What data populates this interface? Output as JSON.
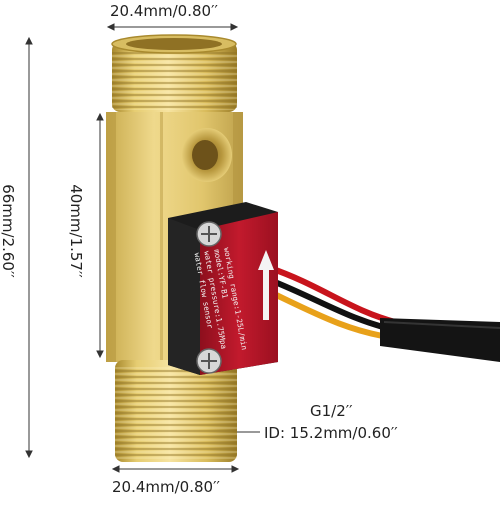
{
  "dimensions": {
    "top_width": "20.4mm/0.80′′",
    "bottom_width": "20.4mm/0.80′′",
    "total_height": "66mm/2.60′′",
    "body_height": "40mm/1.57′′",
    "thread": "G1/2′′",
    "inner_diameter": "ID: 15.2mm/0.60′′"
  },
  "sensor_label": {
    "line1": "working range:1-25L/min",
    "line2": "model:YF-B1",
    "line3": "water pressure:1.75Mpa",
    "line4": "water flow sensor"
  },
  "colors": {
    "brass_light": "#f2dc8a",
    "brass_mid": "#dcc061",
    "brass_dark": "#a98a2e",
    "sensor_red": "#b01426",
    "sensor_black": "#1c1c1c"
  }
}
